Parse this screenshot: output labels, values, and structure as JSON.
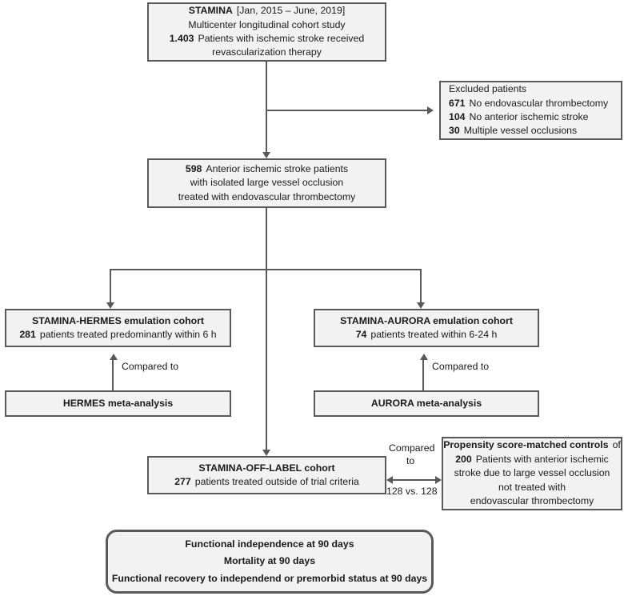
{
  "figure": {
    "title": "STAMINA study patient selection flowchart",
    "colors": {
      "box_fill": "#f2f2f2",
      "box_border": "#595959",
      "connector": "#595959",
      "text": "#1a1a1a",
      "background": "#ffffff"
    }
  },
  "nodes": {
    "cohort_source": {
      "lines": [
        {
          "bold": "STAMINA",
          "rest": "[Jan, 2015 – June, 2019]"
        },
        {
          "bold": "",
          "rest": "Multicenter longitudinal cohort study"
        },
        {
          "bold": "1.403",
          "rest": "Patients with ischemic stroke received"
        },
        {
          "bold": "",
          "rest": "revascularization therapy"
        }
      ]
    },
    "excluded": {
      "lines": [
        {
          "bold": "",
          "rest": "Excluded patients"
        },
        {
          "bold": "671",
          "rest": "No endovascular thrombectomy"
        },
        {
          "bold": "104",
          "rest": "No anterior ischemic stroke"
        },
        {
          "bold": "30",
          "rest": "Multiple vessel occlusions"
        }
      ]
    },
    "included": {
      "lines": [
        {
          "bold": "598",
          "rest": "Anterior ischemic stroke patients"
        },
        {
          "bold": "",
          "rest": "with isolated large vessel occlusion"
        },
        {
          "bold": "",
          "rest": "treated with endovascular thrombectomy"
        }
      ]
    },
    "hermes_cohort": {
      "lines": [
        {
          "bold": "STAMINA-HERMES emulation cohort",
          "rest": ""
        },
        {
          "bold": "281",
          "rest": "patients treated predominantly within 6 h"
        }
      ]
    },
    "aurora_cohort": {
      "lines": [
        {
          "bold": "STAMINA-AURORA emulation cohort",
          "rest": ""
        },
        {
          "bold": "74",
          "rest": "patients treated within 6-24 h"
        }
      ]
    },
    "hermes_meta": {
      "lines": [
        {
          "bold": "HERMES meta-analysis",
          "rest": ""
        }
      ]
    },
    "aurora_meta": {
      "lines": [
        {
          "bold": "AURORA meta-analysis",
          "rest": ""
        }
      ]
    },
    "off_label_cohort": {
      "lines": [
        {
          "bold": "STAMINA-OFF-LABEL cohort",
          "rest": ""
        },
        {
          "bold": "277",
          "rest": "patients treated outside of trial criteria"
        }
      ]
    },
    "matched_controls": {
      "lines": [
        {
          "bold": "Propensity score-matched controls",
          "rest": "of"
        },
        {
          "bold": "200",
          "rest": "Patients with anterior ischemic"
        },
        {
          "bold": "",
          "rest": "stroke due to large vessel occlusion"
        },
        {
          "bold": "",
          "rest": "not treated with"
        },
        {
          "bold": "",
          "rest": "endovascular thrombectomy"
        }
      ]
    },
    "outcomes": {
      "lines": [
        {
          "bold": "Functional independence at 90 days",
          "rest": ""
        },
        {
          "bold": "Mortality at 90 days",
          "rest": ""
        },
        {
          "bold": "Functional recovery to independend or premorbid status at 90 days",
          "rest": ""
        }
      ]
    }
  },
  "edge_labels": {
    "compared_to_hermes": "Compared to",
    "compared_to_aurora": "Compared to",
    "compared_to_controls_l1": "Compared",
    "compared_to_controls_l2": "to",
    "matched_count": "128 vs. 128"
  }
}
